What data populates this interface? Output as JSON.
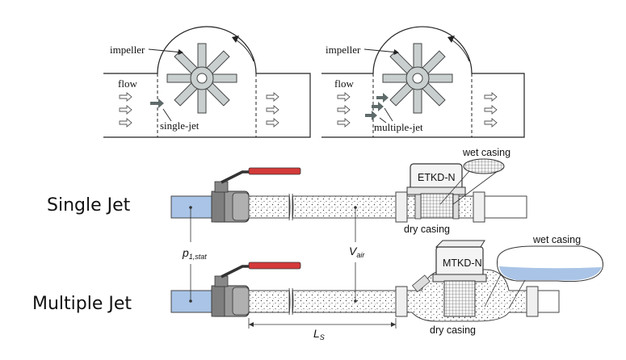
{
  "top_diagrams": {
    "single": {
      "impeller_label": "impeller",
      "flow_label": "flow",
      "jet_label": "single-jet"
    },
    "multiple": {
      "impeller_label": "impeller",
      "flow_label": "flow",
      "jet_label": "multiple-jet"
    }
  },
  "rows": {
    "single_jet": {
      "label": "Single Jet",
      "meter_label": "ETKD-N",
      "wet_label": "wet casing",
      "dry_label": "dry casing"
    },
    "multiple_jet": {
      "label": "Multiple Jet",
      "meter_label": "MTKD-N",
      "wet_label": "wet casing",
      "dry_label": "dry casing"
    }
  },
  "symbols": {
    "pressure": "p",
    "pressure_sub": "1,stat",
    "volume": "V",
    "volume_sub": "air",
    "length": "L",
    "length_sub": "S"
  },
  "colors": {
    "valve_handle": "#d43a3a",
    "water": "#a9c4e6",
    "jet_arrow": "#5f6b6a",
    "impeller": "#c9cfcf"
  }
}
